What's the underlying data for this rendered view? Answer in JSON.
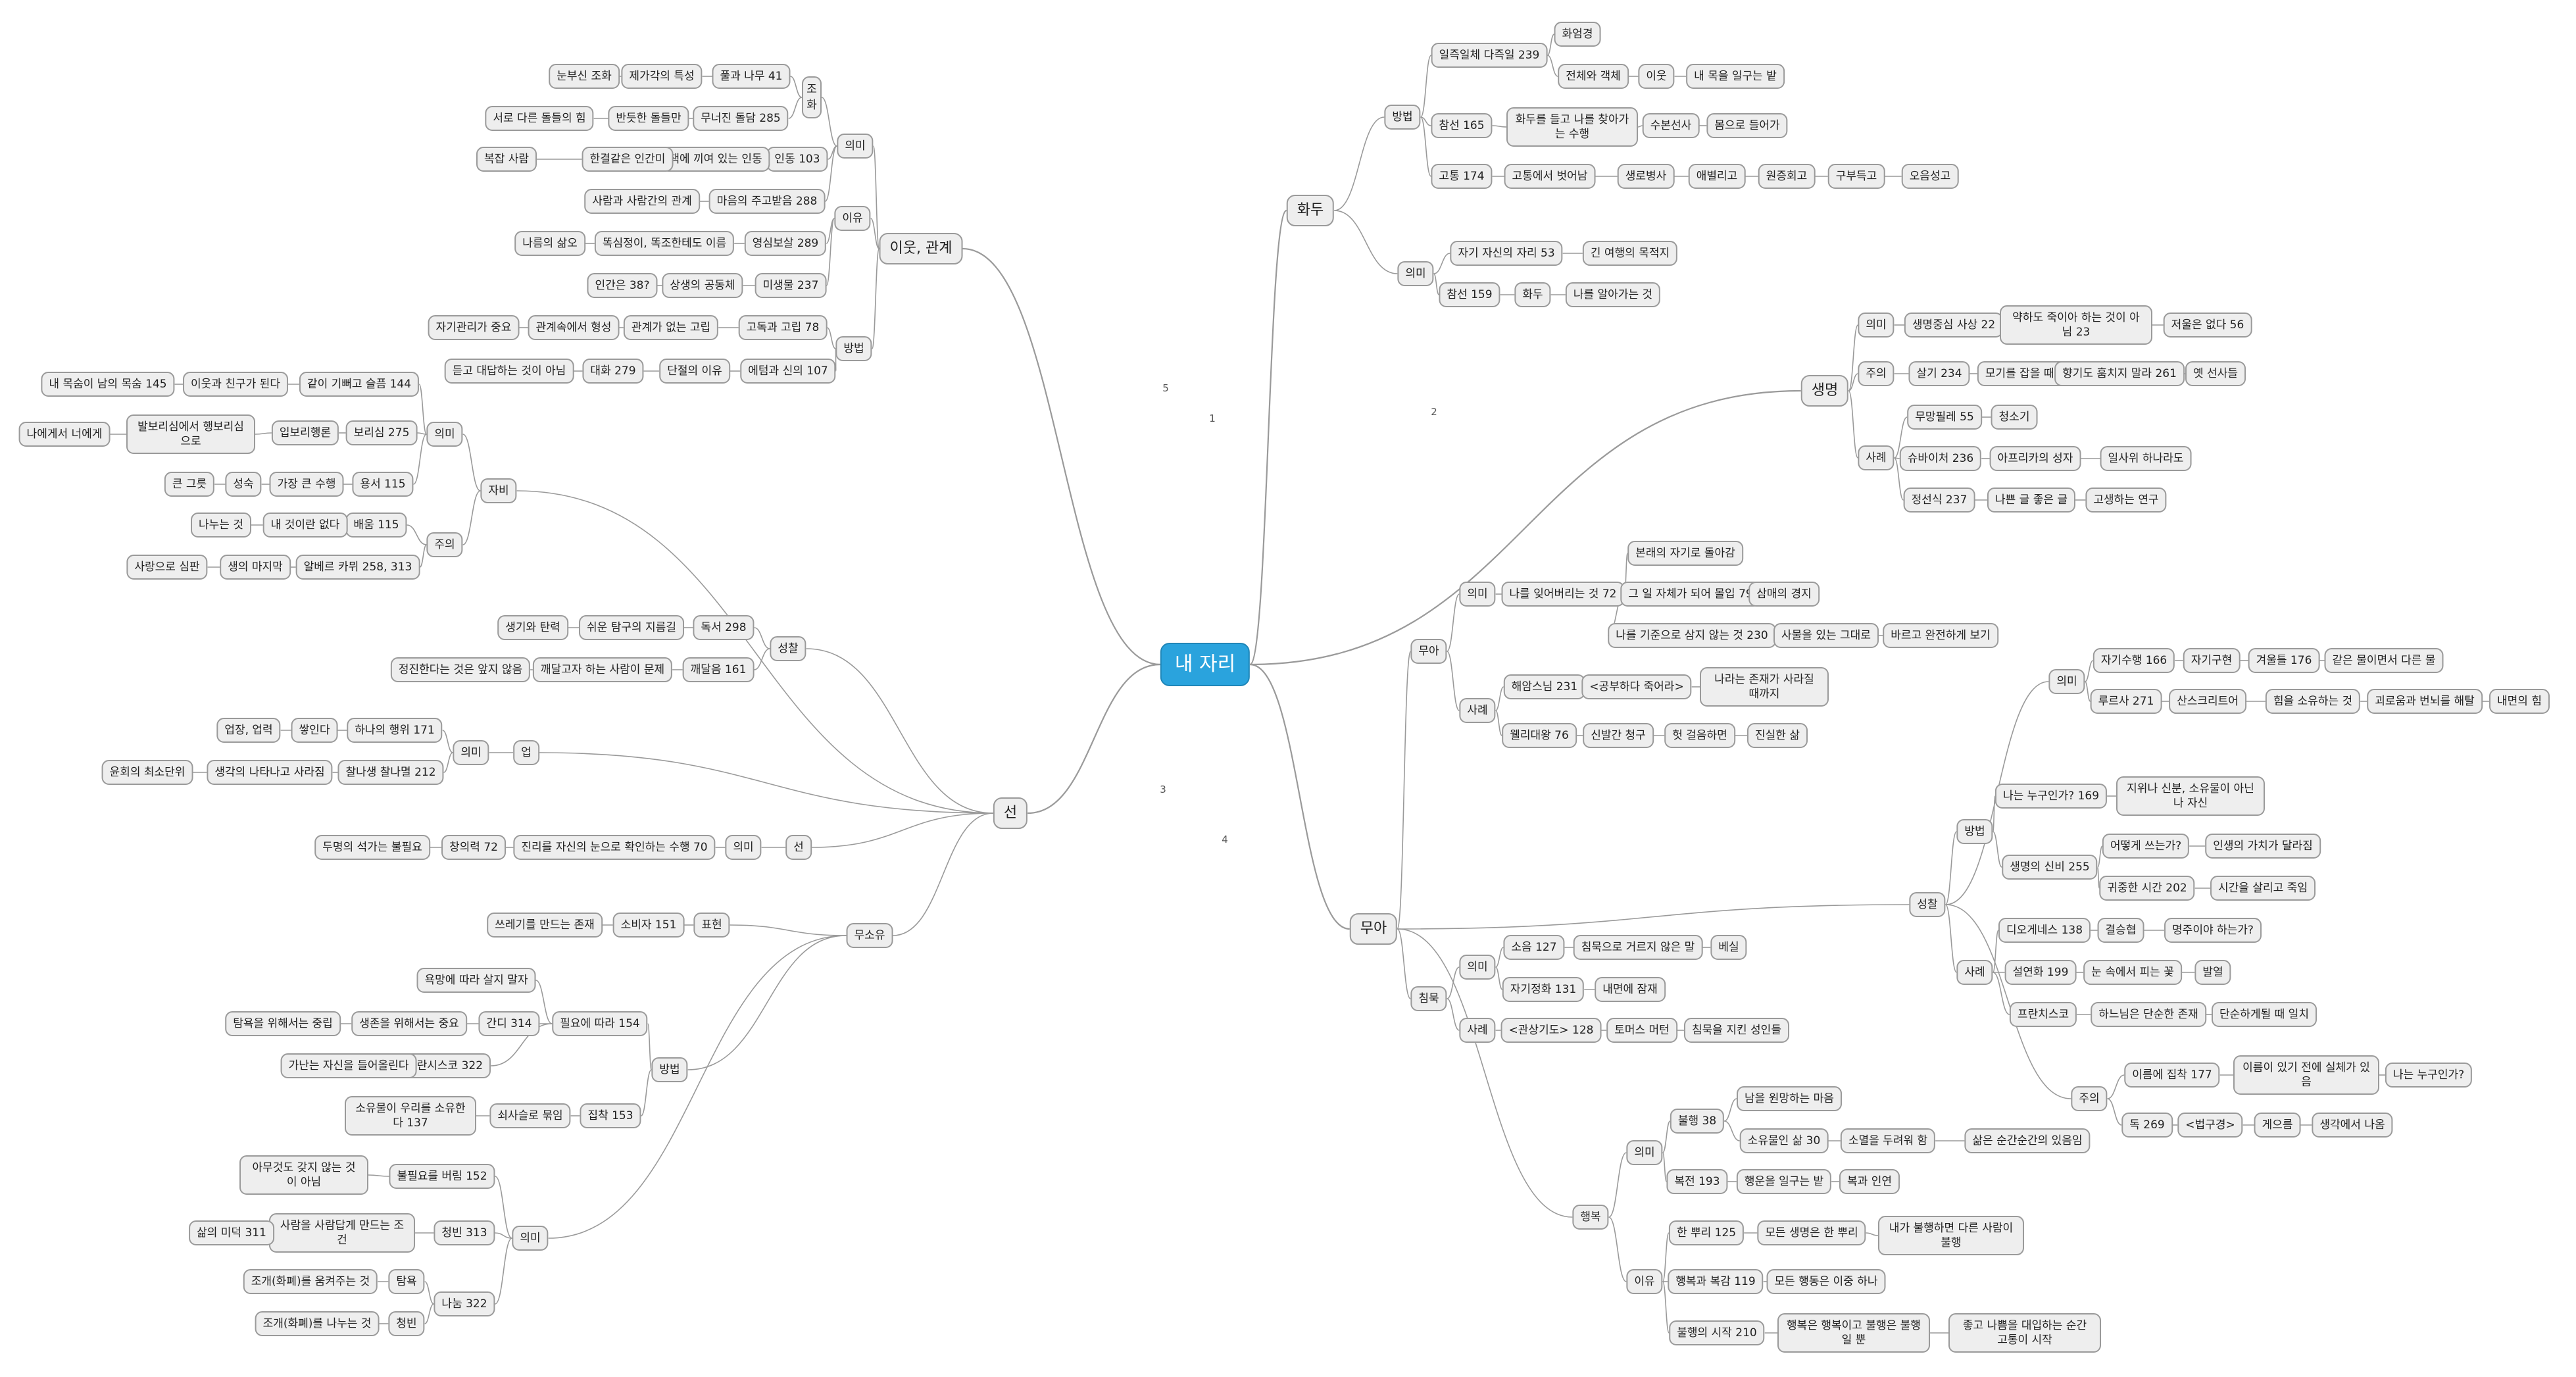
{
  "colors": {
    "root_fill": "#2aa3dd",
    "node_fill": "#eeeeee",
    "node_border": "#9a9a9a",
    "connector": "#9a9a9a"
  },
  "labels": {
    "l1": "1",
    "l2": "2",
    "l3": "3",
    "l4": "4",
    "l5": "5"
  },
  "nodes": {
    "root": "내 자리",
    "hwadu": "화두",
    "hd_method": "방법",
    "hd_ilcheuk": "일즉일체 다즉일 239",
    "hd_hwaeom": "화엄경",
    "hd_jeonche": "전체와 객체",
    "hd_iut": "이웃",
    "hd_mogeul": "내 목을 일구는 밭",
    "hd_chamseon165": "참선 165",
    "hd_hwadu_deulgo": "화두를 들고 나를 찾아가는 수행",
    "hd_subon": "수본선사",
    "hd_momeuro": "몸으로 들어가",
    "hd_gotong174": "고통 174",
    "hd_gotong_beotna": "고통에서 벗어남",
    "hd_saengno": "생로병사",
    "hd_aebyeol": "애별리고",
    "hd_wonjeung": "원증회고",
    "hd_gubudeuk": "구부득고",
    "hd_oeum": "오음성고",
    "hd_meaning": "의미",
    "hd_jagijasin": "자기 자신의 자리 53",
    "hd_gin_yeohaeng": "긴 여행의 목적지",
    "hd_chamseon159": "참선 159",
    "hd_hwadu2": "화두",
    "hd_nareul_arga": "나를 알아가는 것",
    "life": "생명",
    "lf_meaning": "의미",
    "lf_saengmyeong": "생명중심 사상 22",
    "lf_yakhaedo": "약하도 죽이아 하는 것이 아님 23",
    "lf_jeoul": "저울은 없다 56",
    "lf_caution": "주의",
    "lf_salgi": "살기 234",
    "lf_mogi": "모기를 잡을 때도",
    "lf_hyanggi": "향기도 훔치지 말라 261",
    "lf_yetseonsa": "옛 선사들",
    "lf_examples": "사례",
    "lf_mubi": "무망필레 55",
    "lf_cheongsogi": "청소기",
    "lf_schweitzer": "슈바이처 236",
    "lf_africa": "아프리카의 성자",
    "lf_ilsawi": "일사위 하나라도",
    "lf_jeongseon": "정선식 237",
    "lf_nappeun": "나쁜 글 좋은 글",
    "lf_gosaeng": "고생하는 연구",
    "mua": "무아",
    "mu_mua": "무아",
    "mu_meaning": "의미",
    "mu_nareul_iteo": "나를 잊어버리는 것 72",
    "mu_bollae": "본래의 자기로 돌아감",
    "mu_geu_il": "그 일 자체가 되어 몰입 79",
    "mu_sammae": "삼매의 경지",
    "mu_gijun": "나를 기준으로 삼지 않는 것 230",
    "mu_sarmeul": "사물을 있는 그대로",
    "mu_barogo": "바르고 완전하게 보기",
    "mu_examples": "사례",
    "mu_haeui": "해암스님 231",
    "mu_gongbu": "<공부하다 죽어라>",
    "mu_naraneun": "나라는 존재가 사라질 때까지",
    "mu_welder": "웰리대왕 76",
    "mu_sinbal": "신발간 청구",
    "mu_heot": "헛 걸음하면",
    "mu_jinsil": "진실한 삶",
    "mu_seongchal": "성찰",
    "sc_meaning": "의미",
    "sc_jagisuhaeng": "자기수행 166",
    "sc_jagigujeon": "자기구현",
    "sc_gyeoul": "겨울틀 176",
    "sc_gateun": "같은 물이면서 다른 물",
    "sc_rumi": "루르사 271",
    "sc_sanskrit": "산스크리트어",
    "sc_him": "힘을 소유하는 것",
    "sc_goeroum": "괴로움과 번뇌를 해탈",
    "sc_naemyeon": "내면의 힘",
    "sc_method": "방법",
    "sc_naneun169": "나는 누구인가? 169",
    "sc_jiwi": "지위나 신분, 소유물이 아닌 나 자신",
    "sc_sinbi": "생명의 신비 255",
    "sc_eotteoke": "어떻게 쓰는가?",
    "sc_insaeng": "인생의 가치가 달라짐",
    "sc_gwijunghan": "귀중한 시간 202",
    "sc_sigan": "시간을 살리고 죽임",
    "sc_examples": "사례",
    "sc_diogenes": "디오게네스 138",
    "sc_gyeolsuhyeom": "결승협",
    "sc_myeongju": "명주이야 하는가?",
    "sc_seolyeonhwa": "설연화 199",
    "sc_nun_soge": "눈 속에서 피는 꽃",
    "sc_baltyeol": "발열",
    "sc_francisco": "프란치스코",
    "sc_hananim": "하느님은 단순한 존재",
    "sc_dansun": "단순하게될 때 일치",
    "sc_caution": "주의",
    "sc_ireume": "이름에 집착 177",
    "sc_ireumi": "이름이 있기 전에 실체가 있음",
    "sc_naneun_nugu": "나는 누구인가?",
    "sc_dok": "독 269",
    "sc_beopgu": "<법구경>",
    "sc_gaeoreum": "게으름",
    "sc_saenggak": "생각에서 나옴",
    "mu_chimmuk": "침묵",
    "cm_meaning": "의미",
    "cm_soeum": "소음 127",
    "cm_chimmugeuro": "침묵으로 거르지 않은 말",
    "cm_besil": "베실",
    "cm_jagijeonghwa": "자기정화 131",
    "cm_naemyeone": "내면에 잠재",
    "cm_examples": "사례",
    "cm_gwansang": "<관상기도> 128",
    "cm_thomas": "토머스 머턴",
    "cm_jikin": "침묵을 지킨 성인들",
    "mu_haengbok": "행복",
    "hb_meaning": "의미",
    "hb_bulhaeng38": "불행 38",
    "hb_nameul": "남을 원망하는 마음",
    "hb_somyeol": "소유물인 삶 30",
    "hb_somyeoreul": "소멸을 두려워 함",
    "hb_salmeun": "삶은 순간순간의 있음임",
    "hb_bokjeon": "복전 193",
    "hb_haengun": "행운을 일구는 밭",
    "hb_bokgwa": "복과 인연",
    "hb_reason": "이유",
    "hb_han_ppuri": "한 뿌리 125",
    "hb_modeun_saeng": "모든 생명은 한 뿌리",
    "hb_naega": "내가 불행하면 다른 사람이 불행",
    "hb_bokgwa119": "행복과 복감 119",
    "hb_modeun_haeng": "모든 행동은 이중 하나",
    "hb_bulhaeng_sijak": "불행의 시작 210",
    "hb_haengbogeun": "행복은 행복이고 불행은 불행일 뿐",
    "hb_jokko": "좋고 나쁨을 대입하는 순간 고통이 시작",
    "neighbor": "이웃, 관계",
    "nb_meaning": "의미",
    "nb_johwa": "조화",
    "nb_pulgwa": "풀과 나무 41",
    "nb_jegagak": "제가각의 특성",
    "nb_nunbusin": "눈부신 조화",
    "nb_munueojin": "무너진 돌담 285",
    "nb_bandeuthan": "반듯한 돌들만",
    "nb_seoro": "서로 다른 돌들의 힘",
    "nb_indeul": "인동 103",
    "nb_chaeg_kkyeo": "책에 끼여 있는 인동",
    "nb_hangyeol": "한결같은 인간미",
    "nb_bokjap": "복잡 사람",
    "nb_maeum288": "마음의 주고받음 288",
    "nb_saramgwa": "사람과 사람간의 관계",
    "nb_reason": "이유",
    "nb_yeongsim": "영심보살 289",
    "nb_ttoksimjeong": "똑심정이, 똑조한테도 이름",
    "nb_nadeul": "나름의 삶오",
    "nb_misaengmul": "미생물 237",
    "nb_sangsaeng": "상생의 공동체",
    "nb_ingan": "인간은 38?",
    "nb_method": "방법",
    "nb_godokgwa": "고독과 고립 78",
    "nb_gwangye": "관계가 없는 고립",
    "nb_gwangyesog": "관계속에서 형성",
    "nb_jagigwalli": "자기관리가 중요",
    "nb_ego": "에텀과 신의 107",
    "nb_dangyeol": "단절의 이유",
    "nb_daehwa": "대화 279",
    "nb_deutgo": "듣고 대답하는 것이 아님",
    "seon": "선",
    "jabi": "자비",
    "jb_meaning": "의미",
    "jb_gachi": "같이 기뻐고 슬픔 144",
    "jb_iutgwa": "이웃과 친구가 된다",
    "jb_nae_moksum": "내 목숨이 남의 목숨 145",
    "jb_borisim": "보리심 275",
    "jb_ipbori": "입보리행론",
    "jb_balbori": "발보리심에서 행보리심으로",
    "jb_naeseo": "나에게서 너에게",
    "jb_yongseo": "용서 115",
    "jb_gajang": "가장 큰 수행",
    "jb_seongsuk": "성숙",
    "jb_keun": "큰 그릇",
    "jb_caution": "주의",
    "jb_baeum": "배움 115",
    "jb_nae_geosira": "내 것이란 없다",
    "jb_nanuneun": "나누는 것",
    "jb_albert": "알베르 카뮈 258, 313",
    "jb_saengui": "생의 마지막",
    "jb_sarangeuro": "사랑으로 심판",
    "seongchal": "성찰",
    "sc2_dokseo": "독서 298",
    "sc2_swiun": "쉬운 탐구의 지름길",
    "sc2_saenggakwa": "생기와 탄력",
    "sc2_kkaedareum161": "깨달음 161",
    "sc2_kkaedareum_ja": "깨달고자 하는 사람이 문제",
    "sc2_jeongjin": "정진한다는 것은 앞지 않음",
    "eop": "업",
    "ep_meaning": "의미",
    "ep_hanaui": "하나의 행위 171",
    "ep_ssainda": "쌓인다",
    "ep_eopjang": "업장, 업력",
    "ep_chalna": "찰나생 찰나멸 212",
    "ep_saenggagui": "생각의 나타나고 사라짐",
    "ep_yunhoe": "윤회의 최소단위",
    "seon2": "선",
    "sn_meaning": "의미",
    "sn_jilli": "진리를 자신의 눈으로 확인하는 수행 70",
    "sn_changuiryeok": "창의력 72",
    "sn_dumyeong": "두명의 석가는 불필요",
    "musoyu": "무소유",
    "ms_pyohyeon": "표현",
    "ms_sobija": "소비자 151",
    "ms_sseuregi": "쓰레기를 만드는 존재",
    "ms_method": "방법",
    "ms_piryoe": "필요에 따라 154",
    "ms_yokmang": "욕망에 따라 살지 말자",
    "ms_gandi": "간디 314",
    "ms_saengjon": "생존을 위해서는 중요",
    "ms_tamyok": "탐욕을 위해서는 중립",
    "ms_francisco322": "프란시스코 322",
    "ms_ganan": "가난는 자신을 들어올린다",
    "ms_jipchak": "집착 153",
    "ms_soesasul": "쇠사슬로 묶임",
    "ms_soyumuri": "소유물이 우리를 소유한다 137",
    "ms_meaning": "의미",
    "ms_beopjeong": "불필요를 버림 152",
    "ms_amugeotdo": "아무것도 갖지 않는 것이 아님",
    "ms_cheongbin313": "청빈 313",
    "ms_sarameul": "사람을 사람답게 만드는 조건",
    "ms_sarmui": "삶의 미덕 311",
    "ms_nanum": "나눔 322",
    "ms_tamyok2": "탐욕",
    "ms_jogae1": "조개(화폐)를 움켜주는 것",
    "ms_cheongbin": "청빈",
    "ms_jogae2": "조개(화폐)를 나누는 것"
  }
}
